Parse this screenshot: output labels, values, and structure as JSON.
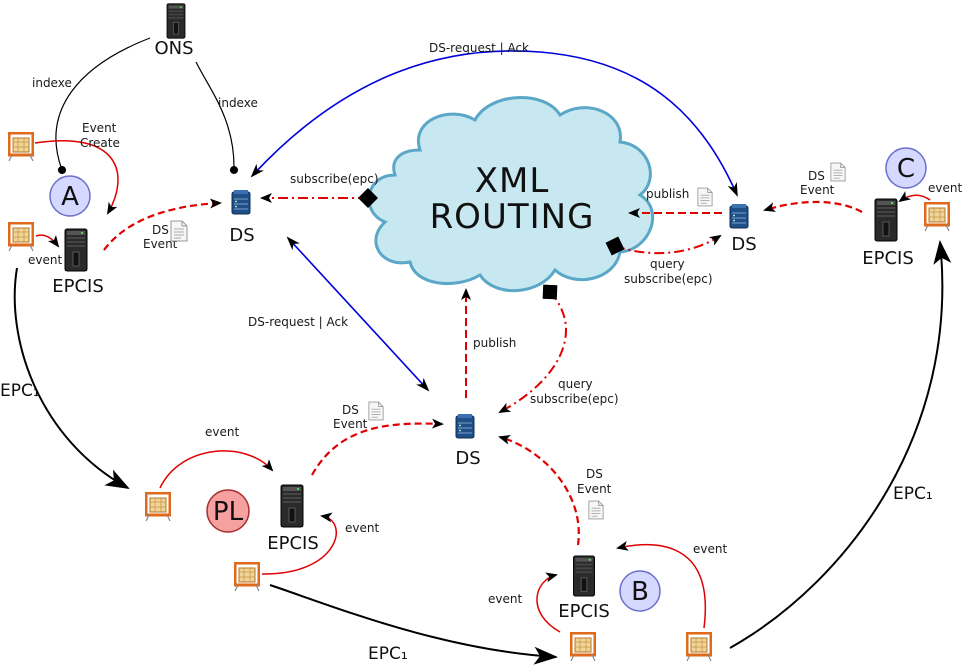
{
  "colors": {
    "black_flow": "#000000",
    "red_flow": "#e00000",
    "blue_flow": "#0000dd",
    "cloud_fill": "#c7e8f0",
    "cloud_stroke": "#5aa7c8",
    "node_circle": "#d5d8ff",
    "node_pl": "#f7a0a0"
  },
  "cloud": {
    "line1": "XML",
    "line2": "ROUTING"
  },
  "ons": {
    "label": "ONS"
  },
  "nodes": {
    "a": "A",
    "b": "B",
    "c": "C",
    "pl": "PL"
  },
  "ds": {
    "left": "DS",
    "right": "DS",
    "bottom": "DS"
  },
  "epcis": {
    "a": "EPCIS",
    "pl": "EPCIS",
    "b": "EPCIS",
    "c": "EPCIS"
  },
  "labels": {
    "indexe_1": "indexe",
    "indexe_2": "indexe",
    "event_create_1": "Event",
    "event_create_2": "Create",
    "event_a": "event",
    "ds_event_a_1": "DS",
    "ds_event_a_2": "Event",
    "subscribe_left": "subscribe(epc)",
    "ds_request_top": "DS-request | Ack",
    "ds_request_mid": "DS-request | Ack",
    "publish_right": "publish",
    "query_right_1": "query",
    "query_right_2": "subscribe(epc)",
    "ds_event_c_1": "DS",
    "ds_event_c_2": "Event",
    "event_c": "event",
    "publish_bottom": "publish",
    "query_bottom_1": "query",
    "query_bottom_2": "subscribe(epc)",
    "ds_event_pl_1": "DS",
    "ds_event_pl_2": "Event",
    "event_pl_top": "event",
    "event_pl_right": "event",
    "ds_event_b_1": "DS",
    "ds_event_b_2": "Event",
    "event_b_left": "event",
    "event_b_right": "event",
    "epc1_left": "EPC₁",
    "epc1_bottom": "EPC₁",
    "epc1_right": "EPC₁"
  },
  "icons": [
    "server-icon",
    "database-icon",
    "rfid-reader-icon",
    "document-icon"
  ]
}
